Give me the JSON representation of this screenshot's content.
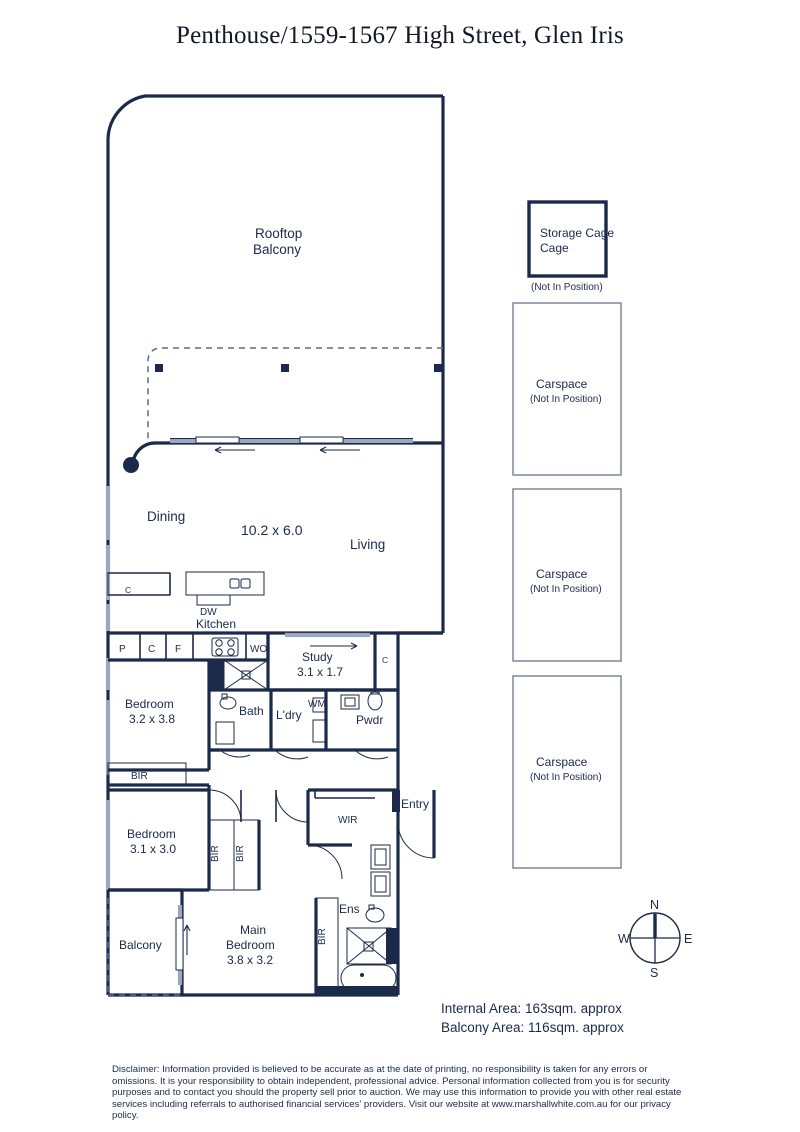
{
  "title": "Penthouse/1559-1567 High Street, Glen Iris",
  "areas": {
    "internal": "Internal Area: 163sqm. approx",
    "balcony": "Balcony Area: 116sqm. approx"
  },
  "disclaimer": "Disclaimer: Information provided is believed to be accurate as at the date of printing, no responsibility is taken for any errors or omissions. It is your responsibility to obtain independent, professional advice. Personal information collected from you is for security purposes and to contact you should the property sell prior to auction. We may use this information to provide you with other real estate services including referrals to authorised financial services' providers. Visit our website at www.marshallwhite.com.au for our privacy policy.",
  "compass": {
    "north": "N",
    "east": "E",
    "south": "S",
    "west": "W"
  },
  "parking": [
    {
      "name": "Storage Cage",
      "note": "(Not In Position)",
      "style": "thick"
    },
    {
      "name": "Carspace",
      "note": "(Not In Position)",
      "style": "thin"
    },
    {
      "name": "Carspace",
      "note": "(Not In Position)",
      "style": "thin"
    },
    {
      "name": "Carspace",
      "note": "(Not In Position)",
      "style": "thin"
    }
  ],
  "rooms": {
    "rooftop_balcony_l1": "Rooftop",
    "rooftop_balcony_l2": "Balcony",
    "dining": "Dining",
    "living": "Living",
    "living_dim": "10.2 x 6.0",
    "kitchen": "Kitchen",
    "dishwasher": "DW",
    "pantry": "P",
    "cupboard_1": "C",
    "fridge": "F",
    "wall_oven": "WO",
    "cupboard_dining": "C",
    "study": "Study",
    "study_dim": "3.1 x 1.7",
    "cupboard_study": "C",
    "bedroom2": "Bedroom",
    "bedroom2_dim": "3.2 x 3.8",
    "bath": "Bath",
    "laundry": "L'dry",
    "washing_machine": "WM",
    "powder": "Pwdr",
    "bir_bed2": "BIR",
    "bedroom3": "Bedroom",
    "bedroom3_dim": "3.1 x 3.0",
    "bir_a": "BIR",
    "bir_b": "BIR",
    "bir_main": "BIR",
    "wir": "WIR",
    "entry": "Entry",
    "ensuite": "Ens",
    "balcony": "Balcony",
    "main_bedroom_l1": "Main",
    "main_bedroom_l2": "Bedroom",
    "main_bedroom_dim": "3.8 x 3.2"
  },
  "colors": {
    "ink": "#1b2a4a",
    "window": "#9aa7bd",
    "thin_border": "#7b879c",
    "dash": "#5b6b88"
  }
}
